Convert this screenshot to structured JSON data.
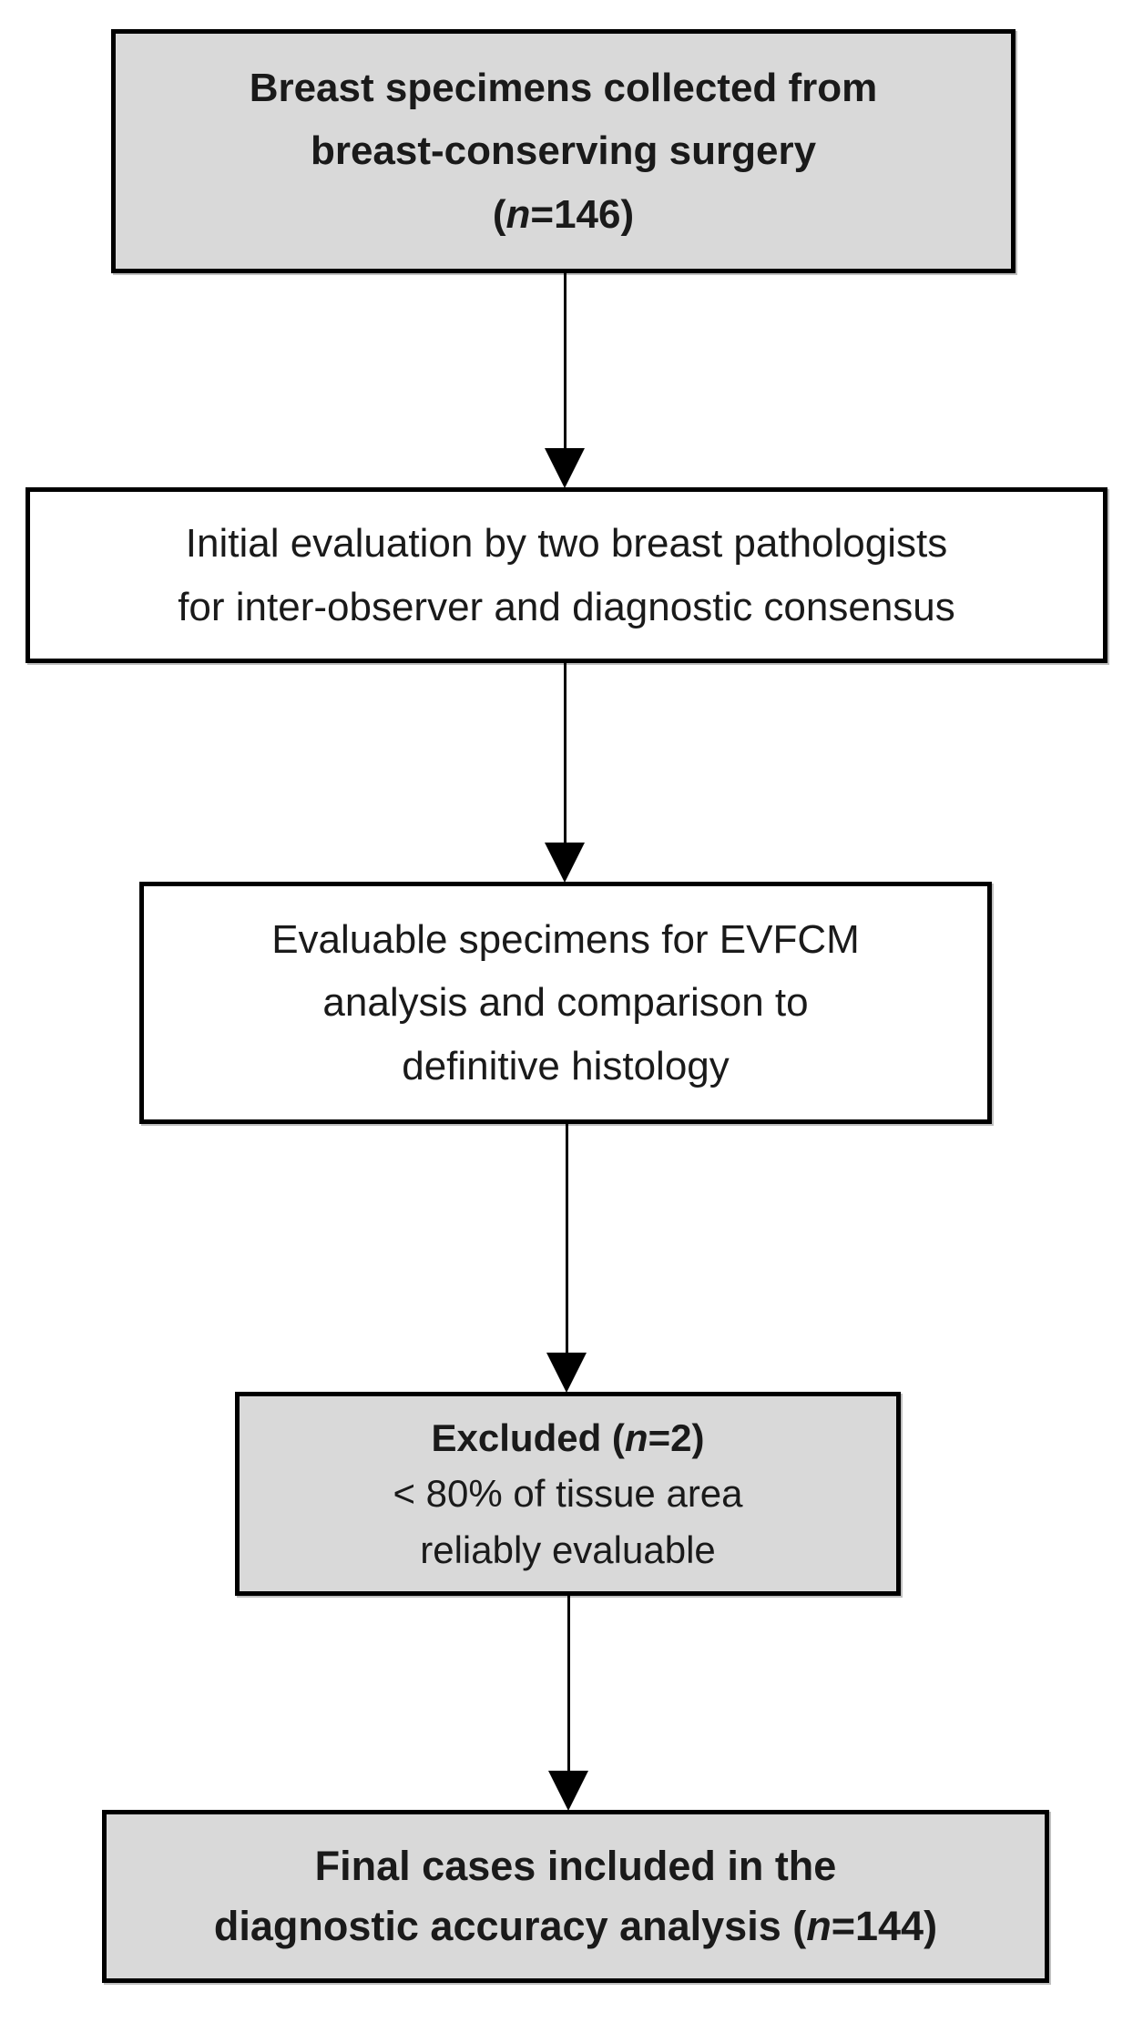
{
  "diagram": {
    "type": "flowchart",
    "description": "Study inclusion flow diagram",
    "colors": {
      "box_fill_gray": "#d9d9d9",
      "box_fill_white": "#ffffff",
      "border": "#000000",
      "arrow": "#000000",
      "text": "#1a1a1a"
    },
    "boxes": {
      "collected": {
        "line1": "Breast specimens collected from",
        "line2": "breast-conserving surgery",
        "n_pre": "(",
        "n_italic": "n",
        "n_post": "=146)"
      },
      "initial_evaluation": {
        "line1": "Initial evaluation by two breast pathologists",
        "line2": "for inter-observer and diagnostic consensus"
      },
      "evaluable": {
        "line1": "Evaluable specimens for EVFCM",
        "line2": "analysis and comparison to",
        "line3": "definitive histology"
      },
      "excluded": {
        "l1_pre": "Excluded (",
        "l1_n": "n",
        "l1_post": "=2)",
        "line2": "< 80% of tissue area",
        "line3": "reliably evaluable"
      },
      "final": {
        "line1": "Final cases included in the",
        "l2_pre": "diagnostic accuracy analysis (",
        "l2_n": "n",
        "l2_post": "=144)"
      }
    }
  }
}
